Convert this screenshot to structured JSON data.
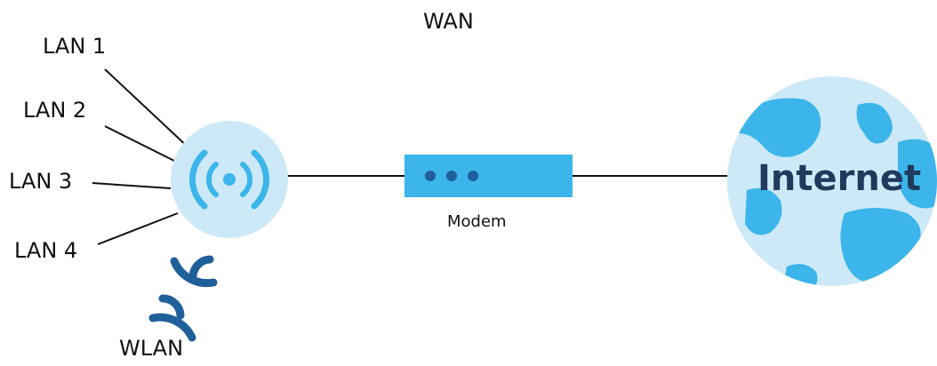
{
  "diagram": {
    "wan_label": "WAN",
    "lan_ports": [
      {
        "label": "LAN 1"
      },
      {
        "label": "LAN 2"
      },
      {
        "label": "LAN 3"
      },
      {
        "label": "LAN 4"
      }
    ],
    "wlan_label": "WLAN",
    "modem_label": "Modem",
    "internet_label": "Internet"
  },
  "colors": {
    "router_fill": "#cde9f8",
    "router_signal": "#3bb5ea",
    "modem_fill": "#3bb5ea",
    "modem_dot": "#1f5f9a",
    "globe_fill": "#cde9f8",
    "globe_land": "#3bb5ea",
    "wlan_wave": "#1f5f9a",
    "line": "#111111"
  },
  "icons": {
    "router": "wireless-router-icon",
    "modem": "modem-icon",
    "globe": "globe-icon",
    "wlan": "wifi-signal-icon"
  }
}
